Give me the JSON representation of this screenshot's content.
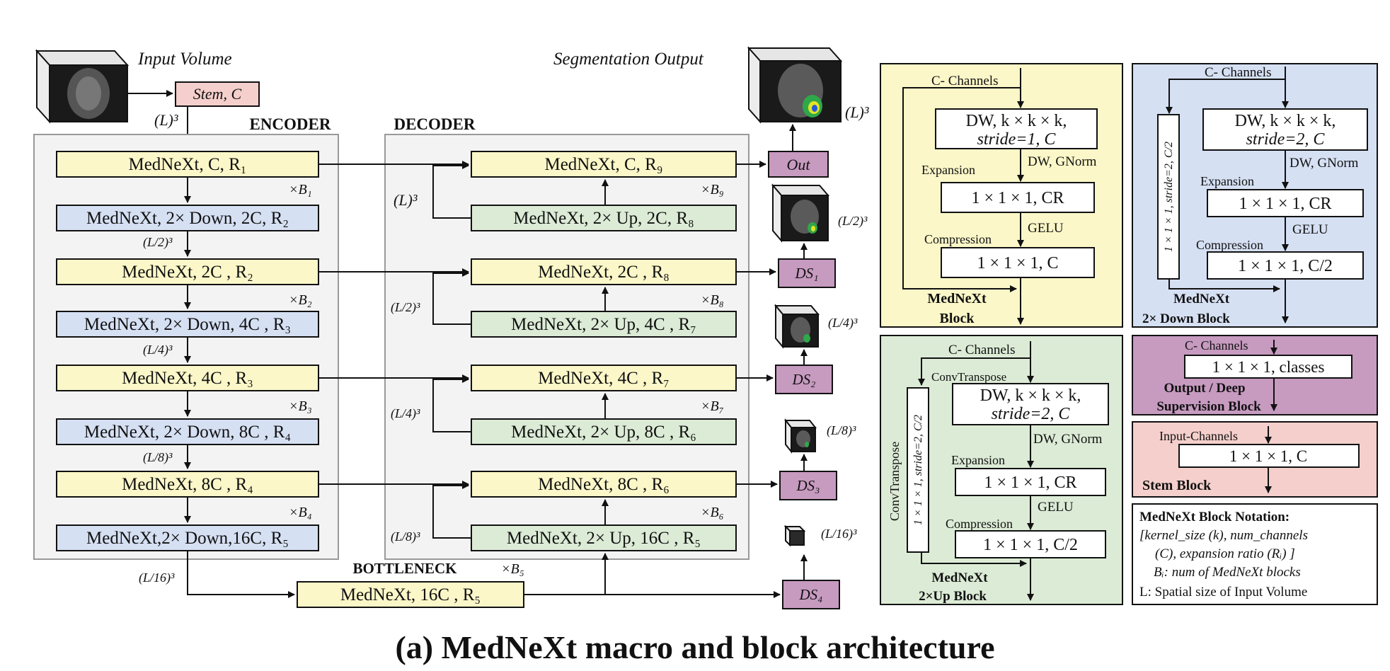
{
  "macro": {
    "input_label": "Input Volume",
    "output_label": "Segmentation Output",
    "stem": "Stem, C",
    "encoder_title": "ENCODER",
    "decoder_title": "DECODER",
    "bottleneck_title": "BOTTLENECK",
    "encoder": [
      "MedNeXt, C, R₁",
      "MedNeXt, 2× Down,  2C, R₂",
      "MedNeXt, 2C , R₂",
      "MedNeXt, 2× Down, 4C , R₃",
      "MedNeXt, 4C , R₃",
      "MedNeXt, 2× Down, 8C , R₄",
      "MedNeXt, 8C , R₄",
      "MedNeXt,2× Down,16C, R₅"
    ],
    "decoder": [
      "MedNeXt, C, R₉",
      "MedNeXt, 2× Up,  2C, R₈",
      "MedNeXt, 2C , R₈",
      "MedNeXt, 2× Up, 4C , R₇",
      "MedNeXt, 4C , R₇",
      "MedNeXt, 2× Up, 8C , R₆",
      "MedNeXt, 8C , R₆",
      "MedNeXt, 2× Up, 16C , R₅"
    ],
    "bottleneck": "MedNeXt, 16C , R₅",
    "repeat_labels": [
      "×B₁",
      "×B₂",
      "×B₃",
      "×B₄",
      "×B₅",
      "×B₆",
      "×B₇",
      "×B₈",
      "×B₉"
    ],
    "size_labels": [
      "(L)³",
      "(L/2)³",
      "(L/4)³",
      "(L/8)³",
      "(L/16)³"
    ],
    "out": "Out",
    "ds": [
      "DS₁",
      "DS₂",
      "DS₃",
      "DS₄"
    ]
  },
  "blocks": {
    "mednext": {
      "title_1": "MedNeXt",
      "title_2": "Block",
      "channels": "C- Channels",
      "dw_1": "DW, k × k × k,",
      "dw_2": "stride=1, C",
      "dw_norm": "DW, GNorm",
      "expansion": "Expansion",
      "exp_box": "1 × 1 × 1, CR",
      "gelu": "GELU",
      "compression": "Compression",
      "comp_box": "1 × 1 × 1, C"
    },
    "down": {
      "title_1": "MedNeXt",
      "title_2": "2× Down Block",
      "channels": "C- Channels",
      "side": "1 × 1 × 1, stride=2, C/2",
      "dw_1": "DW, k × k × k,",
      "dw_2": "stride=2, C",
      "dw_norm": "DW, GNorm",
      "expansion": "Expansion",
      "exp_box": "1 × 1 × 1, CR",
      "gelu": "GELU",
      "compression": "Compression",
      "comp_box": "1 × 1 × 1, C/2"
    },
    "up": {
      "title_1": "MedNeXt",
      "title_2": "2×Up Block",
      "channels": "C- Channels",
      "conv_transpose": "ConvTranspose",
      "side_outer": "ConvTranspose",
      "side": "1 × 1 × 1, stride=2, C/2",
      "dw_1": "DW, k × k × k,",
      "dw_2": "stride=2, C",
      "dw_norm": "DW, GNorm",
      "expansion": "Expansion",
      "exp_box": "1 × 1 × 1, CR",
      "gelu": "GELU",
      "compression": "Compression",
      "comp_box": "1 × 1 × 1, C/2"
    },
    "output": {
      "channels": "C- Channels",
      "box": "1 × 1 × 1, classes",
      "title_1": "Output / Deep",
      "title_2": "Supervision Block"
    },
    "stem": {
      "channels": "Input-Channels",
      "box": "1 × 1 × 1, C",
      "title": "Stem Block"
    },
    "notation": {
      "title": "MedNeXt Block Notation:",
      "line1": "[kernel_size (k), num_channels",
      "line2": "(C), expansion ratio (Rᵢ) ]",
      "line3": "Bᵢ: num of MedNeXt blocks",
      "line4": "L: Spatial size of Input Volume"
    }
  },
  "caption": "(a) MedNeXt macro and block architecture",
  "colors": {
    "encoder_block": "#fbf7c8",
    "down_block": "#d6e0f3",
    "up_block": "#dcebd6",
    "output_block": "#c79ac0",
    "stem_block": "#f4cfcb",
    "panel": "#f3f3f3"
  }
}
